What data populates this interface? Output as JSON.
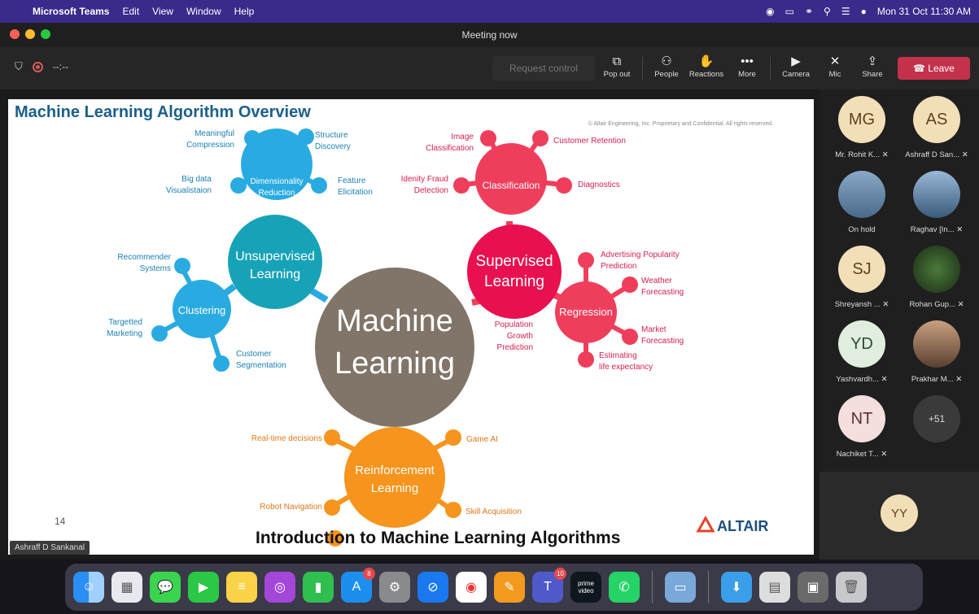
{
  "menubar": {
    "app_name": "Microsoft Teams",
    "items": [
      "Edit",
      "View",
      "Window",
      "Help"
    ],
    "datetime": "Mon 31 Oct  11:30 AM"
  },
  "window": {
    "title": "Meeting now"
  },
  "toolbar": {
    "timer": "--:--",
    "request_control": "Request control",
    "buttons": [
      {
        "label": "Pop out",
        "icon": "pop-out-icon"
      },
      {
        "label": "People",
        "icon": "people-icon"
      },
      {
        "label": "Reactions",
        "icon": "reactions-icon"
      },
      {
        "label": "More",
        "icon": "more-icon"
      },
      {
        "label": "Camera",
        "icon": "camera-off-icon"
      },
      {
        "label": "Mic",
        "icon": "mic-off-icon"
      },
      {
        "label": "Share",
        "icon": "share-icon"
      }
    ],
    "leave_label": "Leave"
  },
  "slide": {
    "title": "Machine Learning Algorithm Overview",
    "copyright": "© Altair Engineering, Inc. Proprietary and Confidential. All rights reserved.",
    "page_number": "14",
    "brand": "ALTAIR",
    "center": [
      "Machine",
      "Learning"
    ],
    "unsupervised": [
      "Unsupervised",
      "Learning"
    ],
    "supervised": [
      "Supervised",
      "Learning"
    ],
    "reinforcement": [
      "Reinforcement",
      "Learning"
    ],
    "dimensionality": [
      "Dimensionality",
      "Reduction"
    ],
    "clustering": "Clustering",
    "classification": "Classification",
    "regression": "Regression",
    "labels": {
      "meaningful_compression": [
        "Meaningful",
        "Compression"
      ],
      "structure_discovery": [
        "Structure",
        "Discovery"
      ],
      "big_data": [
        "Big data",
        "Visualistaion"
      ],
      "feature_elicitation": [
        "Feature",
        "Elicitation"
      ],
      "recommender": [
        "Recommender",
        "Systems"
      ],
      "targetted": [
        "Targetted",
        "Marketing"
      ],
      "customer_segmentation": [
        "Customer",
        "Segmentation"
      ],
      "image_classification": [
        "Image",
        "Classification"
      ],
      "customer_retention": "Customer Retention",
      "identity_fraud": [
        "Idenity Fraud",
        "Detection"
      ],
      "diagnostics": "Diagnostics",
      "advertising": [
        "Advertising Popularity",
        "Prediction"
      ],
      "weather": [
        "Weather",
        "Forecasting"
      ],
      "population": [
        "Population",
        "Growth",
        "Prediction"
      ],
      "market": [
        "Market",
        "Forecasting"
      ],
      "life": [
        "Estimating",
        "life expectancy"
      ],
      "realtime": "Real-time decisions",
      "game_ai": "Game AI",
      "robot": "Robot Navigation",
      "skill": "Skill Acquisition"
    }
  },
  "presenter_tag": "Ashraff D Sankanal",
  "caption": "Introduction to Machine Learning Algorithms",
  "participants": [
    {
      "initials": "MG",
      "name": "Mr. Rohit K...",
      "bg": "#f3dfb7"
    },
    {
      "initials": "AS",
      "name": "Ashraff D San...",
      "bg": "#f3dfb7"
    },
    {
      "initials": "",
      "name": "On hold",
      "bg": "#8aa0b8"
    },
    {
      "initials": "",
      "name": "Raghav [In...",
      "bg": "#6b8bb0"
    },
    {
      "initials": "SJ",
      "name": "Shreyansh ...",
      "bg": "#f3dfb7"
    },
    {
      "initials": "",
      "name": "Rohan Gup...",
      "bg": "#2f4a2a"
    },
    {
      "initials": "YD",
      "name": "Yashvardh...",
      "bg": "#dfeedd"
    },
    {
      "initials": "",
      "name": "Prakhar M...",
      "bg": "#6b5a4a"
    },
    {
      "initials": "NT",
      "name": "Nachiket T...",
      "bg": "#f4dede"
    },
    {
      "initials": "+51",
      "name": "",
      "bg": "#3a3a3a"
    }
  ],
  "self_view": {
    "initials": "YY"
  },
  "dock": {
    "apps": [
      "Finder",
      "Launchpad",
      "Messages",
      "FaceTime",
      "Notes",
      "Podcasts",
      "Numbers",
      "App Store",
      "System Preferences",
      "Safari",
      "Chrome",
      "Pages",
      "Teams",
      "Prime Video",
      "WhatsApp",
      "Preview",
      "Downloads",
      "Documents",
      "Screenshots",
      "Trash"
    ],
    "app_store_badge": "8",
    "teams_badge": "10",
    "prime_label": "prime video"
  }
}
